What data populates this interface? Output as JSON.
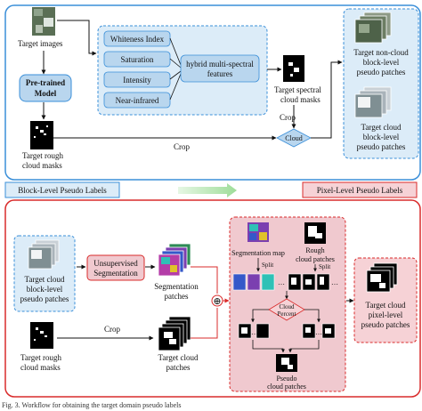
{
  "top": {
    "target_images": "Target images",
    "pretrained_model": [
      "Pre-trained",
      "Model"
    ],
    "target_rough_cloud_masks": [
      "Target rough",
      "cloud masks"
    ],
    "features": [
      "Whiteness Index",
      "Saturation",
      "Intensity",
      "Near-infrared"
    ],
    "hybrid": [
      "hybrid multi-spectral",
      "features"
    ],
    "target_spectral_cloud_masks": [
      "Target spectral",
      "cloud masks"
    ],
    "crop_label_right": "Crop",
    "crop_label_bottom": "Crop",
    "cloud_decision": "Cloud",
    "non_cloud_output": [
      "Target non-cloud",
      "block-level",
      "pseudo patches"
    ],
    "cloud_output": [
      "Target cloud",
      "block-level",
      "pseudo patches"
    ],
    "block_level_label": "Block-Level Pseudo Labels"
  },
  "bottom": {
    "pixel_level_label": "Pixel-Level Pseudo Labels",
    "target_cloud_block_patches": [
      "Target cloud",
      "block-level",
      "pseudo patches"
    ],
    "unsupervised_segmentation": [
      "Unsupervised",
      "Segmentation"
    ],
    "segmentation_patches": [
      "Segmentation",
      "patches"
    ],
    "target_rough_cloud_masks": [
      "Target rough",
      "cloud masks"
    ],
    "crop_label": "Crop",
    "target_cloud_patches": [
      "Target cloud",
      "patches"
    ],
    "segmentation_map": "Segmentation map",
    "rough_cloud_patches": [
      "Rough",
      "cloud patches"
    ],
    "split_left": "Split",
    "split_right": "Split",
    "cloud_percent": [
      "Cloud",
      "Percent"
    ],
    "pseudo_cloud_patches": [
      "Pseudo",
      "cloud patches"
    ],
    "output": [
      "Target cloud",
      "pixel-level",
      "pseudo patches"
    ],
    "merge_symbol": "⊕"
  },
  "caption": "Fig. 3.   Workflow for obtaining the target domain pseudo labels",
  "colors": {
    "blue_border": "#3a8fd9",
    "blue_fill": "#dcecf8",
    "feature_fill": "#b9d6ee",
    "red_border": "#d92b2b",
    "red_fill": "#f6d2d6",
    "pink_fill": "#f0c9cf",
    "arrow_green": "#c7ecc4"
  }
}
